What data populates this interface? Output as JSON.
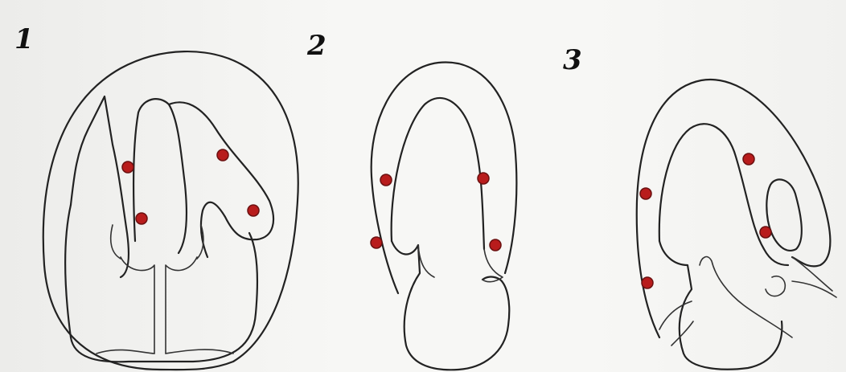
{
  "panels": [
    {
      "label": "1"
    },
    {
      "label": "2"
    },
    {
      "label": "3"
    }
  ],
  "colors": {
    "background": "#f3f3f1",
    "outline": "#222222",
    "dot": "#b81c1c"
  }
}
